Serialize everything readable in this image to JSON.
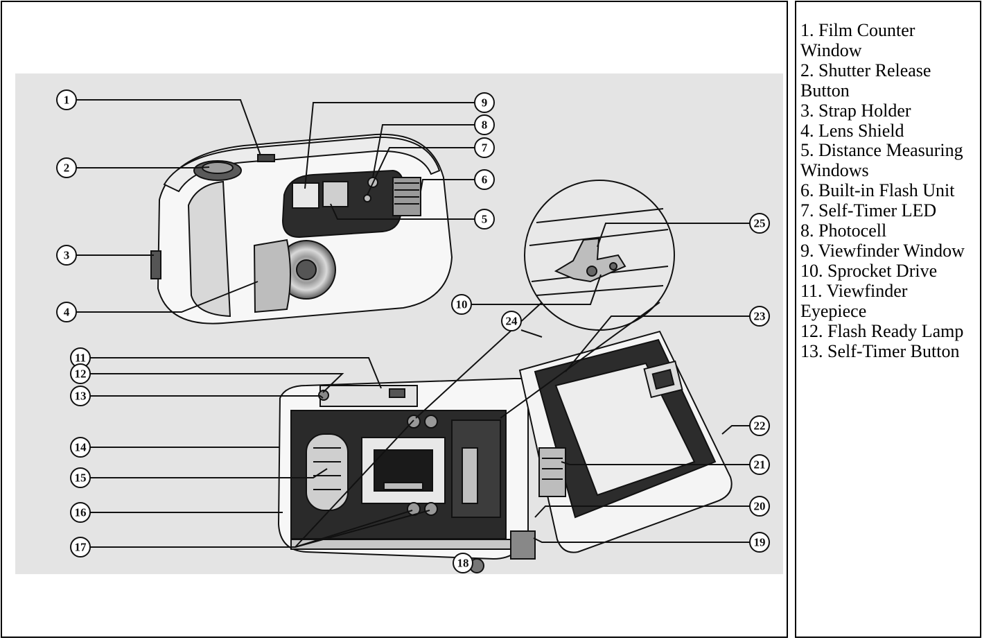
{
  "legend": {
    "items": [
      "1. Film Counter Window",
      "2. Shutter Release Button",
      "3. Strap Holder",
      "4. Lens Shield",
      "5. Distance Measuring Windows",
      "6. Built-in Flash Unit",
      "7. Self-Timer LED",
      "8. Photocell",
      "9. Viewfinder Window",
      "10. Sprocket Drive",
      "11. Viewfinder Eyepiece",
      "12. Flash Ready Lamp",
      "13. Self-Timer Button"
    ]
  },
  "callouts": {
    "c1": "1",
    "c2": "2",
    "c3": "3",
    "c4": "4",
    "c5": "5",
    "c6": "6",
    "c7": "7",
    "c8": "8",
    "c9": "9",
    "c10": "10",
    "c11": "11",
    "c12": "12",
    "c13": "13",
    "c14": "14",
    "c15": "15",
    "c16": "16",
    "c17": "17",
    "c18": "18",
    "c19": "19",
    "c20": "20",
    "c21": "21",
    "c22": "22",
    "c23": "23",
    "c24": "24",
    "c25": "25"
  },
  "colors": {
    "background": "#e4e4e4",
    "ink": "#111111",
    "border": "#000000"
  }
}
